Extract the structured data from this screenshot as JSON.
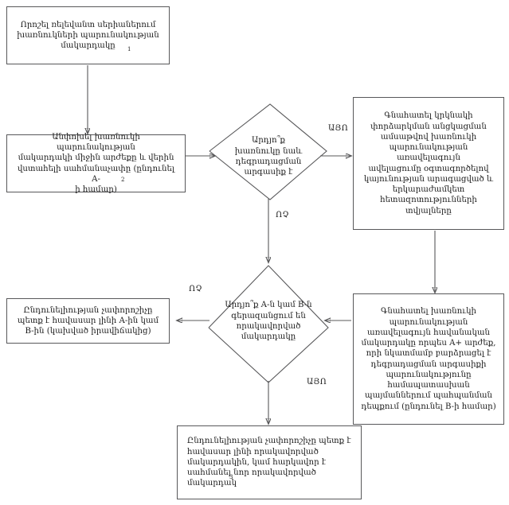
{
  "diagram": {
    "title": "Impurity qualification decision flowchart (Armenian)",
    "colors": {
      "stroke": "#58585a",
      "text": "#1b1b1b",
      "background": "#ffffff"
    },
    "nodes": {
      "start": {
        "id": "n1",
        "shape": "rectangle",
        "text": "Որոշել ռելեվանտ սերիաներում\nխառնուկների պարունակության\nմակարդակը ",
        "footnote": "1"
      },
      "estimate": {
        "id": "n2",
        "shape": "rectangle",
        "text": "Անփոխել խառնուկի պարունակության\nմակարդակի միջին արժեքը և վերին\nվստահելի սահմանաչափը (ընդունել A-\nի համար)",
        "footnote": "2"
      },
      "decision1": {
        "id": "d1",
        "shape": "diamond",
        "text": "Արդյո՞ք\nխառնուկը նաև\nդեգրադացման\nարգասիք է"
      },
      "degradation": {
        "id": "n3",
        "shape": "rectangle",
        "text": "Գնահատել կրկնակի\nփորձարկման անցկացման\nամսաթվով խառնուկի\nպարունակության առավելագույն\nավելացումը  օգտագործելով\nկայունության արագացված և\nերկարաժամկետ\nհետազոտությունների\nտվյալները"
      },
      "maxlevel": {
        "id": "n4",
        "shape": "rectangle",
        "text": "Գնահատել խառնուկի\nպարունակության\nառավելագույն հավանական\nմակարդակը որպես A+ արժեք,\nորի նկատմամբ բարձրացել է\nդեգրադացման արգասիքի\nպարունակությունը\nհամապատասխան\nպայմաններում պահպանման\nդեպքում (ընդունել B-ի համար)"
      },
      "decision2": {
        "id": "d2",
        "shape": "diamond",
        "text": "Արդյո՞ք A-ն կամ B-ն\nգերազանցում են\nորակավորված\nմակարդակը"
      },
      "result_ab": {
        "id": "n5",
        "shape": "rectangle",
        "text": "Ընդունելիության չափորոշիչը\nպետք է հավասար լինի A-ին կամ\nB-ին (կախված իրավիճակից)"
      },
      "result_qualified": {
        "id": "n6",
        "shape": "rectangle",
        "text": "Ընդունելիության չափորոշիչը պետք է\nհավասար լինի որակավորված\nմակարդակին, կամ հարկավոր է\nսահմանել նոր որակավորված\nմակարդակ",
        "footnote": "3"
      }
    },
    "edge_labels": {
      "d1_yes": "ԱՅՈ",
      "d1_no": "ՈՉ",
      "d2_no": "ՈՉ",
      "d2_yes": "ԱՅՈ"
    }
  }
}
